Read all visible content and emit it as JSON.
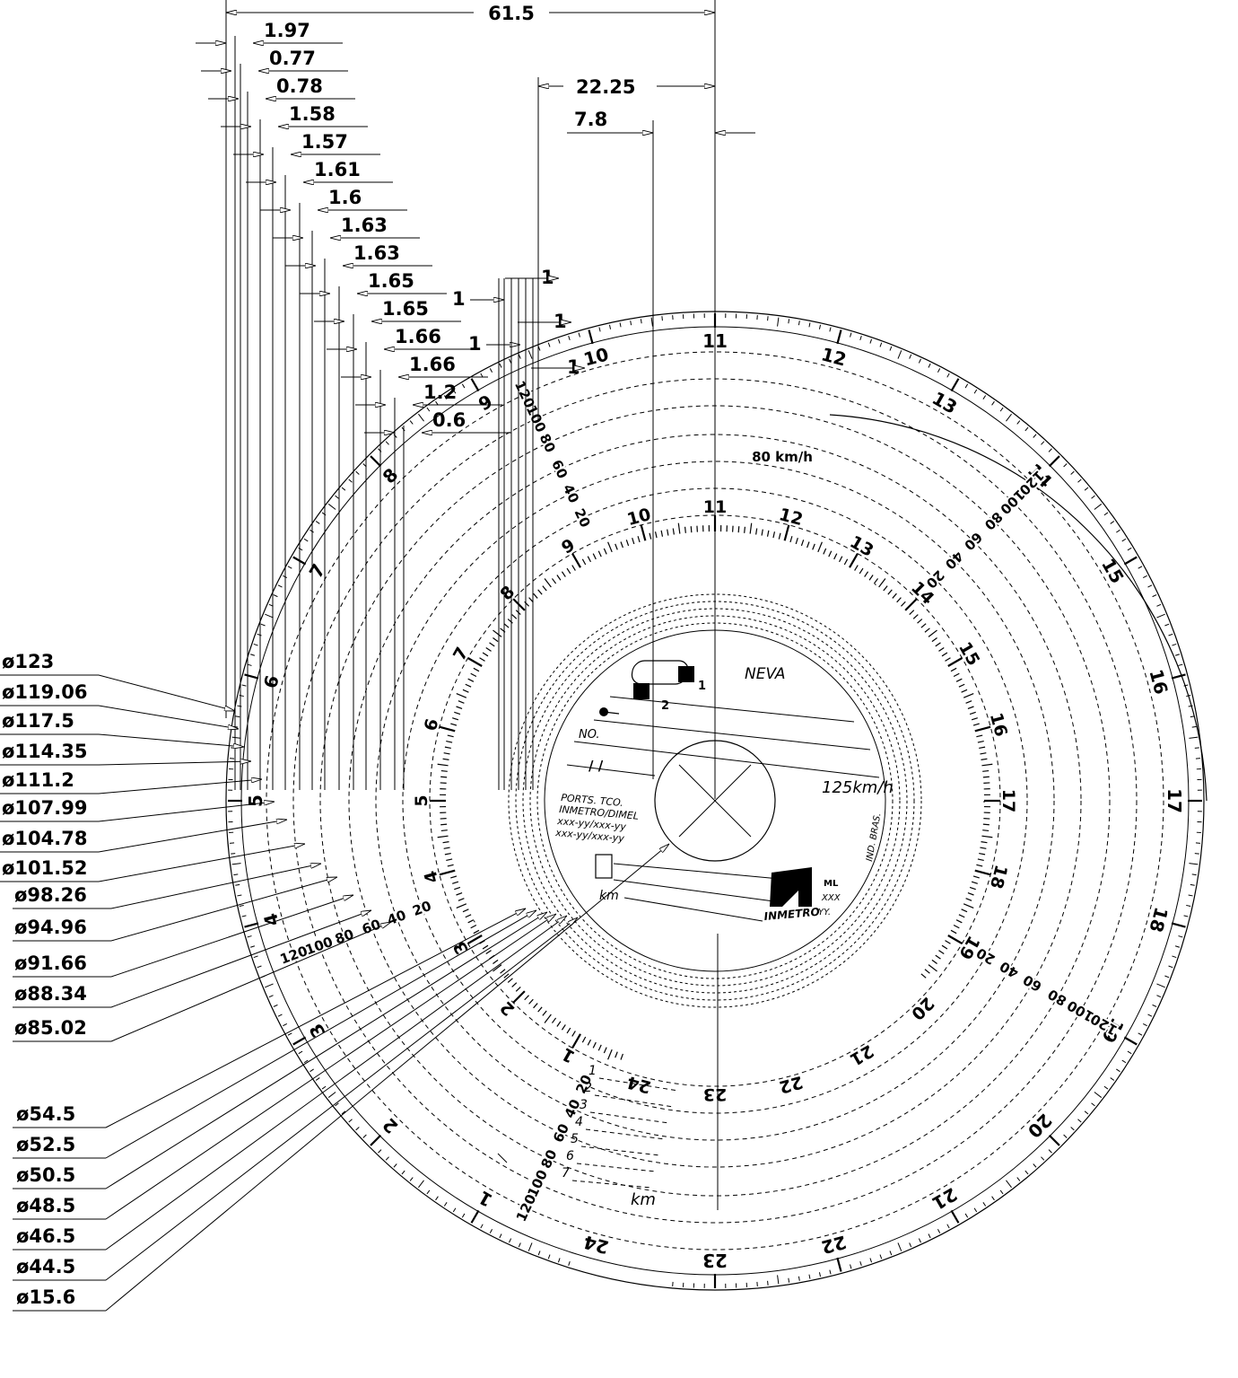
{
  "top_dimensions": [
    "61.5",
    "22.25",
    "7.8"
  ],
  "ring_width_dimensions": [
    "1.97",
    "0.77",
    "0.78",
    "1.58",
    "1.57",
    "1.61",
    "1.6",
    "1.63",
    "1.63",
    "1.65",
    "1.65",
    "1.66",
    "1.66",
    "1.2",
    "0.6"
  ],
  "ring_spacing_dimensions": [
    "1",
    "1",
    "1",
    "1",
    "1"
  ],
  "outer_diameters": [
    "ø123",
    "ø119.06",
    "ø117.5",
    "ø114.35",
    "ø111.2",
    "ø107.99",
    "ø104.78",
    "ø101.52",
    "ø98.26",
    "ø94.96",
    "ø91.66",
    "ø88.34",
    "ø85.02"
  ],
  "inner_diameters": [
    "ø54.5",
    "ø52.5",
    "ø50.5",
    "ø48.5",
    "ø46.5",
    "ø44.5",
    "ø15.6"
  ],
  "outer_hours": [
    "1",
    "2",
    "3",
    "4",
    "5",
    "6",
    "7",
    "8",
    "9",
    "10",
    "11",
    "12",
    "13",
    "14",
    "15",
    "16",
    "17",
    "18",
    "19",
    "20",
    "21",
    "22",
    "23",
    "24"
  ],
  "inner_hours": [
    "1",
    "2",
    "3",
    "4",
    "5",
    "6",
    "7",
    "8",
    "9",
    "10",
    "11",
    "12",
    "13",
    "14",
    "15",
    "16",
    "17",
    "18",
    "19",
    "20",
    "21",
    "22",
    "23",
    "24"
  ],
  "speed_labels": [
    "20",
    "40",
    "60",
    "80",
    "100",
    "120"
  ],
  "speed_unit_label": "80 km/h",
  "center": {
    "brand": "NEVA",
    "driver1": "1",
    "driver2": "2",
    "number_label": "NO.",
    "date_slashes": "/   /",
    "max_speed": "125km/h",
    "approval_line1": "PORTS. TCO.",
    "approval_line2": "INMETRO/DIMEL",
    "approval_line3": "xxx-yy/xxx-yy",
    "approval_line4": "xxx-yy/xxx-yy",
    "origin": "IND. BRAS.",
    "km_label": "km",
    "inmetro": "INMETRO",
    "ml": "ML",
    "xxx": "XXX",
    "yy": "YY."
  },
  "distance_legend": [
    "1",
    "2",
    "3",
    "4",
    "5",
    "6",
    "7"
  ],
  "distance_unit": "km"
}
